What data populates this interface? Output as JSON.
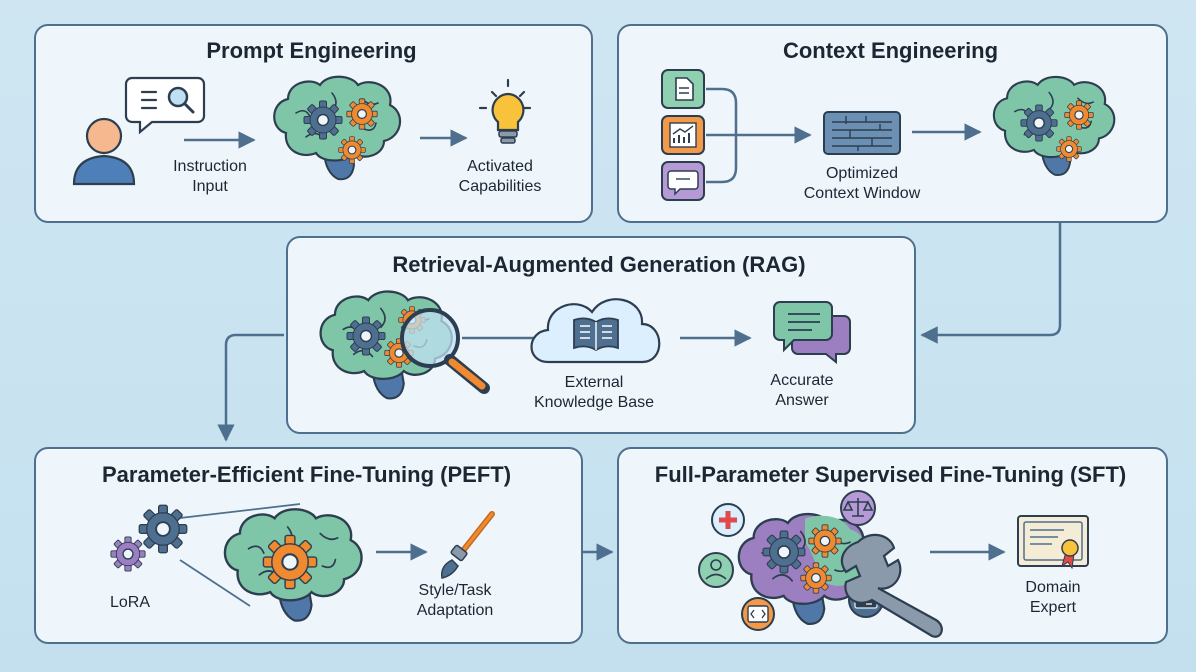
{
  "panels": {
    "prompt": {
      "title": "Prompt Engineering",
      "label_input": [
        "Instruction",
        "Input"
      ],
      "label_output": [
        "Activated",
        "Capabilities"
      ]
    },
    "context": {
      "title": "Context Engineering",
      "label_window": [
        "Optimized",
        "Context Window"
      ]
    },
    "rag": {
      "title": "Retrieval-Augmented Generation (RAG)",
      "label_kb": [
        "External",
        "Knowledge Base"
      ],
      "label_answer": [
        "Accurate",
        "Answer"
      ]
    },
    "peft": {
      "title": "Parameter-Efficient Fine-Tuning (PEFT)",
      "label_lora": "LoRA",
      "label_output": [
        "Style/Task",
        "Adaptation"
      ]
    },
    "sft": {
      "title": "Full-Parameter Supervised Fine-Tuning (SFT)",
      "label_output": [
        "Domain",
        "Expert"
      ]
    }
  },
  "colors": {
    "panel_border": "#4f6f8f",
    "arrow": "#4f6f8f",
    "brain_green": "#7fc6a8",
    "brain_blue": "#4f78a8",
    "brain_purple": "#9b7fc0",
    "gear_orange": "#f08a30",
    "gear_blue": "#4f6f90"
  }
}
